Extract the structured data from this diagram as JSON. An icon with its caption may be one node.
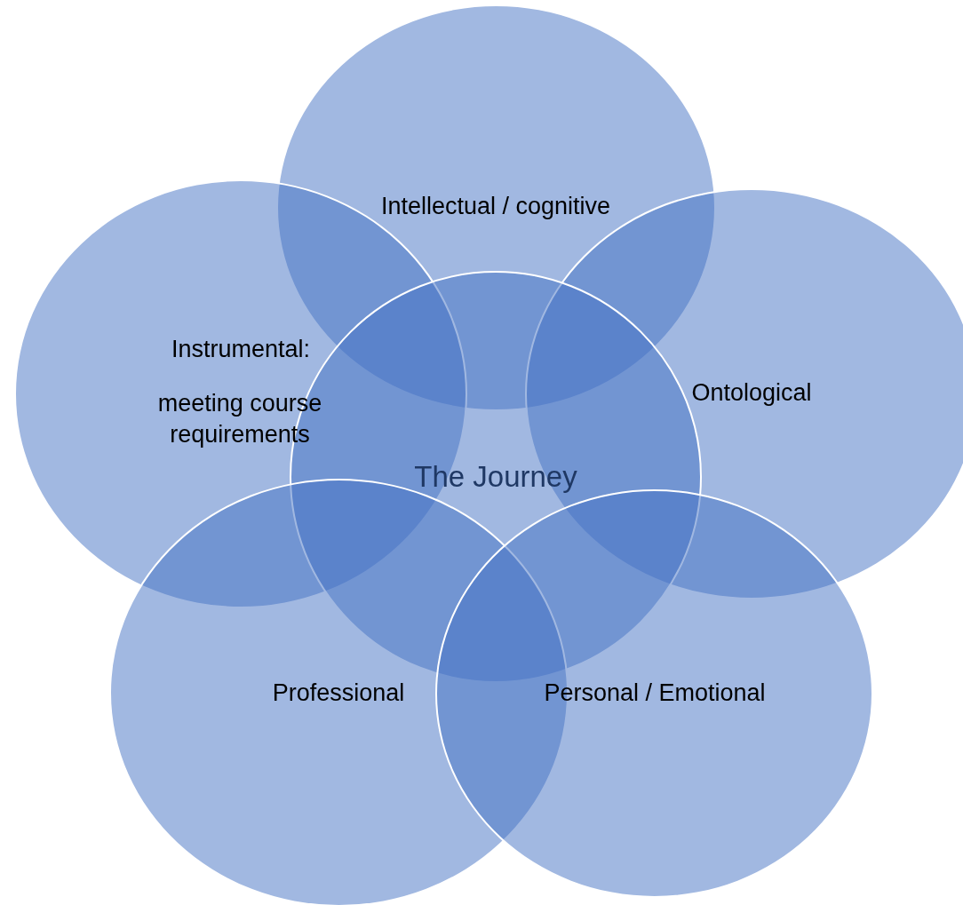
{
  "diagram": {
    "nodes": [
      {
        "text": [
          "Intellectual / cognitive"
        ]
      },
      {
        "text": [
          "Instrumental:",
          "meeting course requirements"
        ]
      },
      {
        "text": [
          "Ontological"
        ]
      },
      {
        "text": [
          "The Journey"
        ]
      },
      {
        "text": [
          "Professional"
        ]
      },
      {
        "text": [
          "Personal / Emotional"
        ]
      }
    ]
  }
}
